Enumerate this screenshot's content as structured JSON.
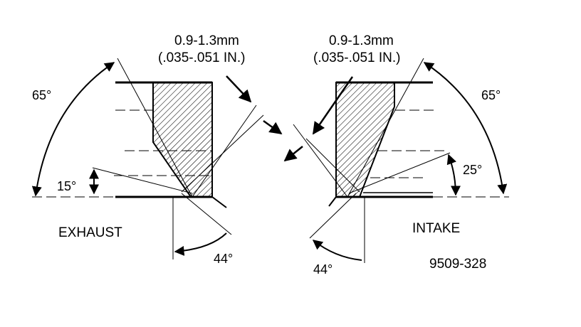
{
  "exhaust": {
    "label": "EXHAUST",
    "width_mm": "0.9-1.3mm",
    "width_in": "(.035-.051 IN.)",
    "angle_top": "65°",
    "angle_bottom": "15°",
    "angle_seat": "44°"
  },
  "intake": {
    "label": "INTAKE",
    "width_mm": "0.9-1.3mm",
    "width_in": "(.035-.051 IN.)",
    "angle_top": "65°",
    "angle_bottom": "25°",
    "angle_seat": "44°"
  },
  "figure_number": "9509-328",
  "colors": {
    "ink": "#000000",
    "paper": "#ffffff"
  }
}
